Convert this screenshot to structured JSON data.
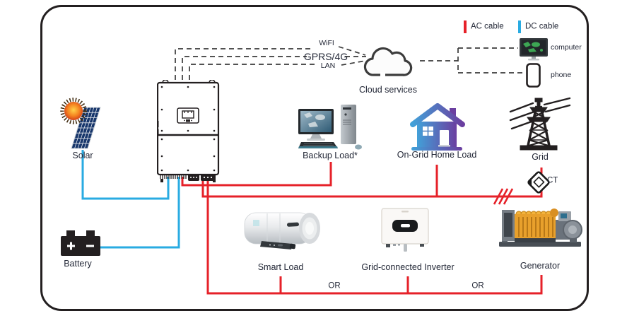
{
  "colors": {
    "ac_cable": "#e62129",
    "dc_cable": "#29abe2",
    "text": "#232837",
    "frame": "#231f20",
    "house_gradient_start": "#42a0d8",
    "house_gradient_end": "#6b3fa0"
  },
  "legend": {
    "ac": "AC cable",
    "dc": "DC cable",
    "computer": "computer",
    "phone": "phone"
  },
  "comm": {
    "wifi": "WiFI",
    "gprs": "GPRS/4G",
    "lan": "LAN",
    "cloud": "Cloud services"
  },
  "nodes": {
    "solar": "Solar",
    "battery": "Battery",
    "backup_load": "Backup Load*",
    "ongrid_home_load": "On-Grid Home Load",
    "grid": "Grid",
    "ct": "CT",
    "smart_load": "Smart Load",
    "grid_connected_inverter": "Grid-connected Inverter",
    "generator": "Generator"
  },
  "or": {
    "first": "OR",
    "second": "OR"
  }
}
